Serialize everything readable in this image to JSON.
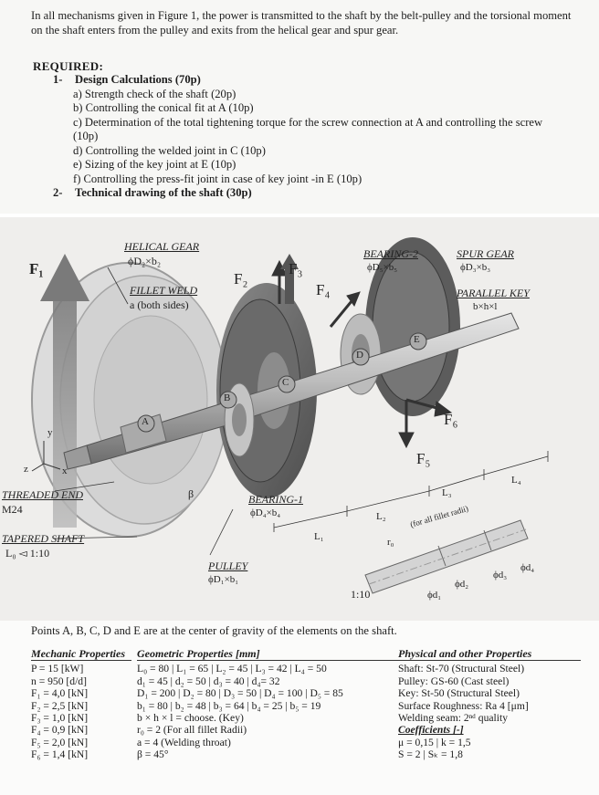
{
  "intro": "In all mechanisms given in Figure 1, the power is transmitted to the shaft by the belt-pulley and the torsional moment on the shaft enters from the pulley and exits from the helical gear and spur gear.",
  "required_title": "REQUIRED:",
  "required": [
    {
      "num": "1-",
      "label": "Design Calculations (70p)",
      "subs": [
        "a) Strength check of the shaft (20p)",
        "b) Controlling the conical fit at A (10p)",
        "c) Determination of the total tightening torque for the screw connection at A and controlling the screw",
        "(10p)",
        "d) Controlling the welded joint in C (10p)",
        "e) Sizing of the key joint at E (10p)",
        "f) Controlling the press-fit joint in case of key joint -in E (10p)"
      ]
    },
    {
      "num": "2-",
      "label": "Technical drawing of the shaft (30p)",
      "subs": []
    }
  ],
  "figure": {
    "helical_gear": "HELICAL GEAR",
    "helical_gear_dim": "ϕD₂×b₂",
    "fillet_weld": "FILLET WELD",
    "fillet_weld_note": "a (both sides)",
    "bearing2": "BEARING-2",
    "bearing2_dim": "ϕD₅×b₅",
    "spur_gear": "SPUR GEAR",
    "spur_gear_dim": "ϕD₃×b₃",
    "parallel_key": "PARALLEL KEY",
    "parallel_key_dim": "b×h×l",
    "f1": "F₁",
    "f2": "F₂",
    "f3": "F₃",
    "f4": "F₄",
    "f5": "F₅",
    "f6": "F₆",
    "pt_a": "A",
    "pt_b": "B",
    "pt_c": "C",
    "pt_d": "D",
    "pt_e": "E",
    "beta": "β",
    "axis_y": "y",
    "axis_z": "z",
    "axis_x": "x",
    "threaded_end": "THREADED END",
    "thread_size": "M24",
    "tapered_shaft": "TAPERED SHAFT",
    "taper": "L₀ ◅ 1:10",
    "bearing1": "BEARING-1",
    "bearing1_dim": "ϕD₄×b₄",
    "pulley": "PULLEY",
    "pulley_dim": "ϕD₁×b₁",
    "l0": "L₀",
    "l1": "L₁",
    "l2": "L₂",
    "l3": "L₃",
    "l4": "L₄",
    "r0": "r₀",
    "fillet_note": "(for all fillet radii)",
    "d1": "ϕd₁",
    "d2": "ϕd₂",
    "d3": "ϕd₃",
    "d4": "ϕd₄",
    "scale": "1:10"
  },
  "points_note": "Points A, B, C, D and E are at the center of gravity of the elements on the shaft.",
  "mechanic": {
    "title": "Mechanic Properties",
    "rows": [
      "P  = 15  [kW]",
      "n  = 950 [d/d]",
      "F₁ = 4,0  [kN]",
      "F₂ = 2,5  [kN]",
      "F₃ = 1,0  [kN]",
      "F₄ = 0,9  [kN]",
      "F₅ = 2,0  [kN]",
      "F₆ = 1,4  [kN]"
    ]
  },
  "geometric": {
    "title": "Geometric Properties [mm]",
    "rows": [
      "L₀ = 80 | L₁ = 65 | L₂ = 45 | L₃ = 42 | L₄ = 50",
      "d₁ = 45 | d₂ = 50 | d₃ = 40 | d₄= 32",
      "D₁ = 200 | D₂ = 80 | D₃ = 50 | D₄ = 100 | D₅ = 85",
      "b₁ = 80 | b₂ = 48 | b₃ = 64 | b₄ = 25 | b₅ = 19",
      "b × h × l = choose. (Key)",
      "r₀ = 2 (For all fillet Radii)",
      "a = 4 (Welding throat)",
      "β = 45°"
    ]
  },
  "physical": {
    "title": "Physical and other Properties",
    "rows": [
      "Shaft: St-70 (Structural Steel)",
      "Pulley: GS-60 (Cast steel)",
      "Key: St-50 (Structural Steel)",
      "Surface Roughness: Ra 4 [μm]",
      "Welding seam: 2ⁿᵈ quality"
    ],
    "coef_title": "Coefficients [-]",
    "coef_rows": [
      "μ = 0,15 | k = 1,5",
      "S = 2 | Sₖ = 1,8"
    ]
  }
}
